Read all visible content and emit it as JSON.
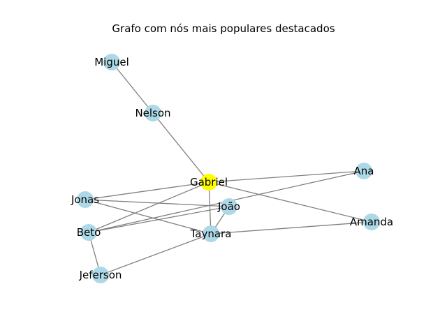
{
  "title": "Grafo com nós mais populares destacados",
  "colors": {
    "node_default": "#add8e6",
    "node_highlight": "#ffff00",
    "edge": "#808080",
    "label": "#000000",
    "background": "#ffffff"
  },
  "nodes": [
    {
      "id": "Miguel",
      "label": "Miguel",
      "highlighted": false
    },
    {
      "id": "Nelson",
      "label": "Nelson",
      "highlighted": false
    },
    {
      "id": "Gabriel",
      "label": "Gabriel",
      "highlighted": true
    },
    {
      "id": "Ana",
      "label": "Ana",
      "highlighted": false
    },
    {
      "id": "Jonas",
      "label": "Jonas",
      "highlighted": false
    },
    {
      "id": "Joao",
      "label": "João",
      "highlighted": false
    },
    {
      "id": "Beto",
      "label": "Beto",
      "highlighted": false
    },
    {
      "id": "Taynara",
      "label": "Taynara",
      "highlighted": false
    },
    {
      "id": "Amanda",
      "label": "Amanda",
      "highlighted": false
    },
    {
      "id": "Jeferson",
      "label": "Jeferson",
      "highlighted": false
    }
  ],
  "edges": [
    [
      "Miguel",
      "Nelson"
    ],
    [
      "Nelson",
      "Gabriel"
    ],
    [
      "Gabriel",
      "Ana"
    ],
    [
      "Gabriel",
      "Jonas"
    ],
    [
      "Gabriel",
      "Amanda"
    ],
    [
      "Gabriel",
      "Beto"
    ],
    [
      "Gabriel",
      "Taynara"
    ],
    [
      "Jonas",
      "Joao"
    ],
    [
      "Jonas",
      "Taynara"
    ],
    [
      "Beto",
      "Joao"
    ],
    [
      "Beto",
      "Ana"
    ],
    [
      "Joao",
      "Taynara"
    ],
    [
      "Taynara",
      "Amanda"
    ],
    [
      "Taynara",
      "Jeferson"
    ],
    [
      "Beto",
      "Jeferson"
    ]
  ]
}
